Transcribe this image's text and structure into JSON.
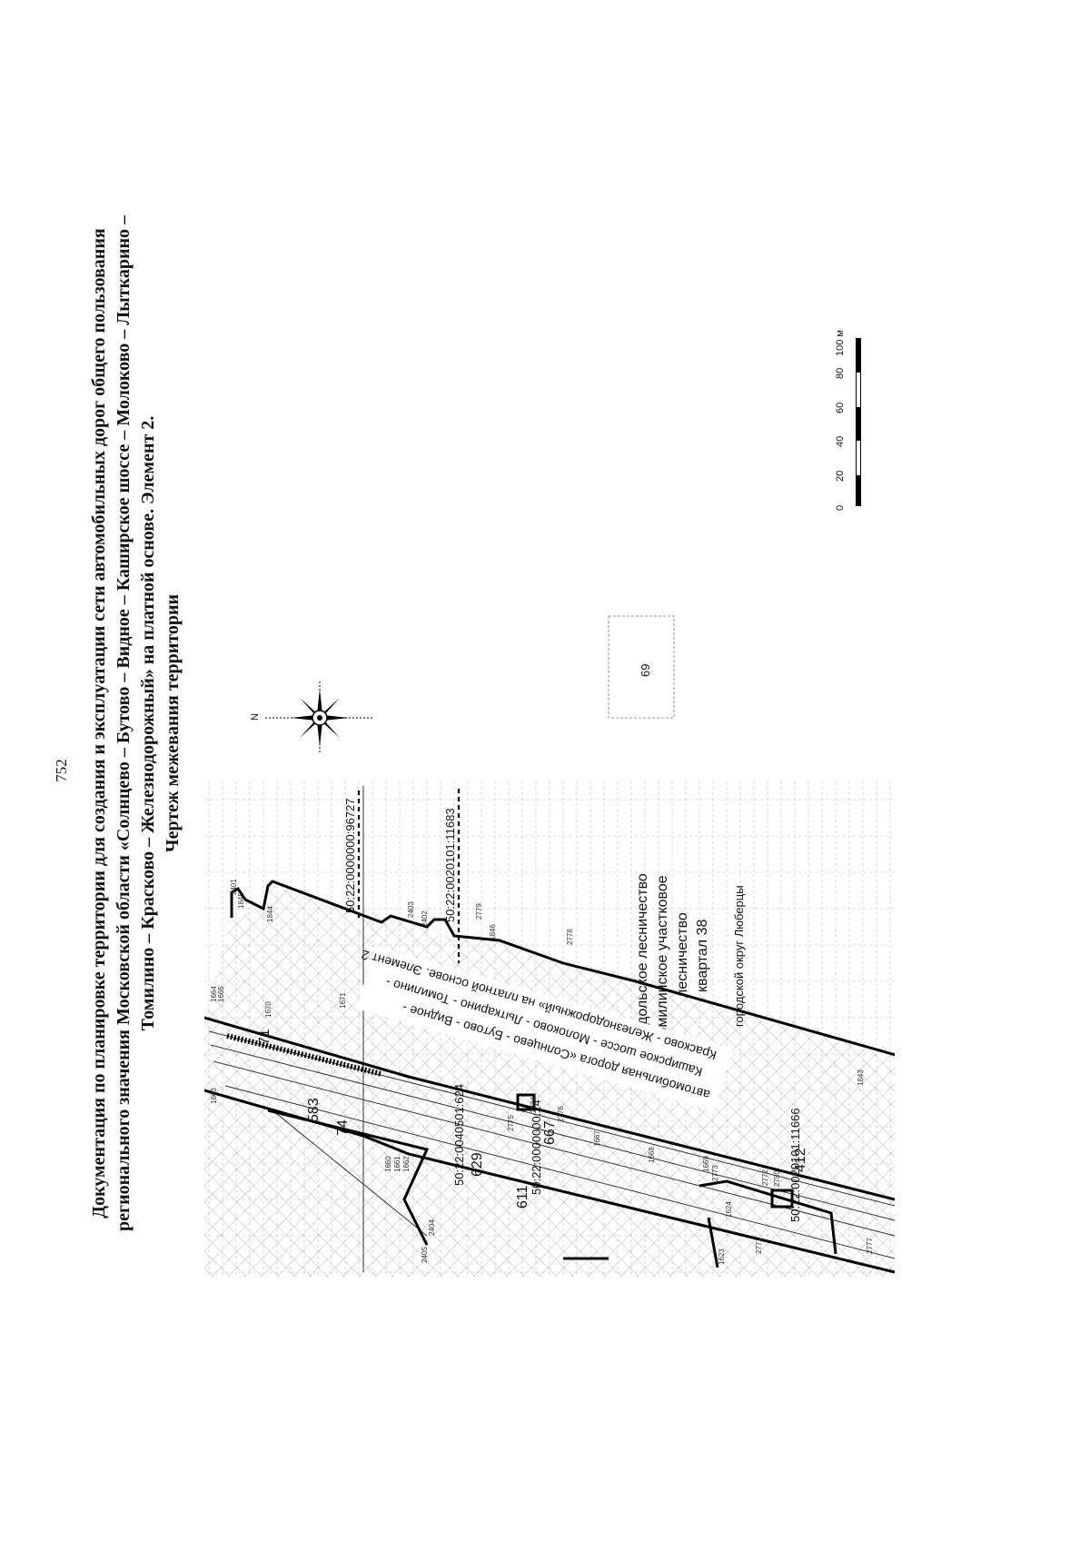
{
  "page_number": "752",
  "title": {
    "line1": "Документация по планировке территории для создания и эксплуатации сети автомобильных дорог общего пользования",
    "line2": "регионального значения Московской области «Солнцево – Бутово – Видное – Каширское шоссе – Молоково – Лыткарино –",
    "line3": "Томилино – Красково – Железнодорожный» на платной основе. Элемент 2.",
    "line4": "Чертеж межевания территории"
  },
  "map": {
    "cadastral_numbers": {
      "c1": "50:22:0000000:96727",
      "c2": "50:22:0020101:11683",
      "c3": "50:22:0040501:624",
      "c4": "50:22:0000000:14",
      "c5": "50:22:0020101:11666"
    },
    "parcel_numbers": {
      "p583": "583",
      "p74": "74",
      "p629": "629",
      "p611": "611",
      "p667": "667",
      "p412": "412",
      "p71": "71",
      "p69": "69"
    },
    "forest_labels": {
      "line1": "Подольское лесничество",
      "line2": "Томилинское участковое",
      "line3": "лесничество",
      "line4": "квартал 38",
      "line5": "городской округ Люберцы"
    },
    "road_label": {
      "line1": "автомобильная  дорога  «Солнцево  -  Бутово  -  Видное  -",
      "line2": "Каширское шоссе - Молоково - Лыткарино - Томилино -",
      "line3": "Красково - Железнодорожный» на платной основе. Элемент 2"
    },
    "compass_label": "N",
    "scale_labels": [
      "0",
      "20",
      "40",
      "60",
      "80",
      "100 м"
    ],
    "point_numbers": [
      "1664",
      "1665",
      "1663",
      "1660",
      "1661",
      "1662",
      "1667",
      "1668",
      "1669",
      "1670",
      "1671",
      "1623",
      "1624",
      "2780",
      "2771",
      "2772",
      "2773",
      "2774",
      "2775",
      "2776",
      "2777",
      "2778",
      "2779",
      "1846",
      "1843",
      "1844",
      "1845",
      "2401",
      "2402",
      "2403",
      "2404",
      "2405"
    ]
  }
}
